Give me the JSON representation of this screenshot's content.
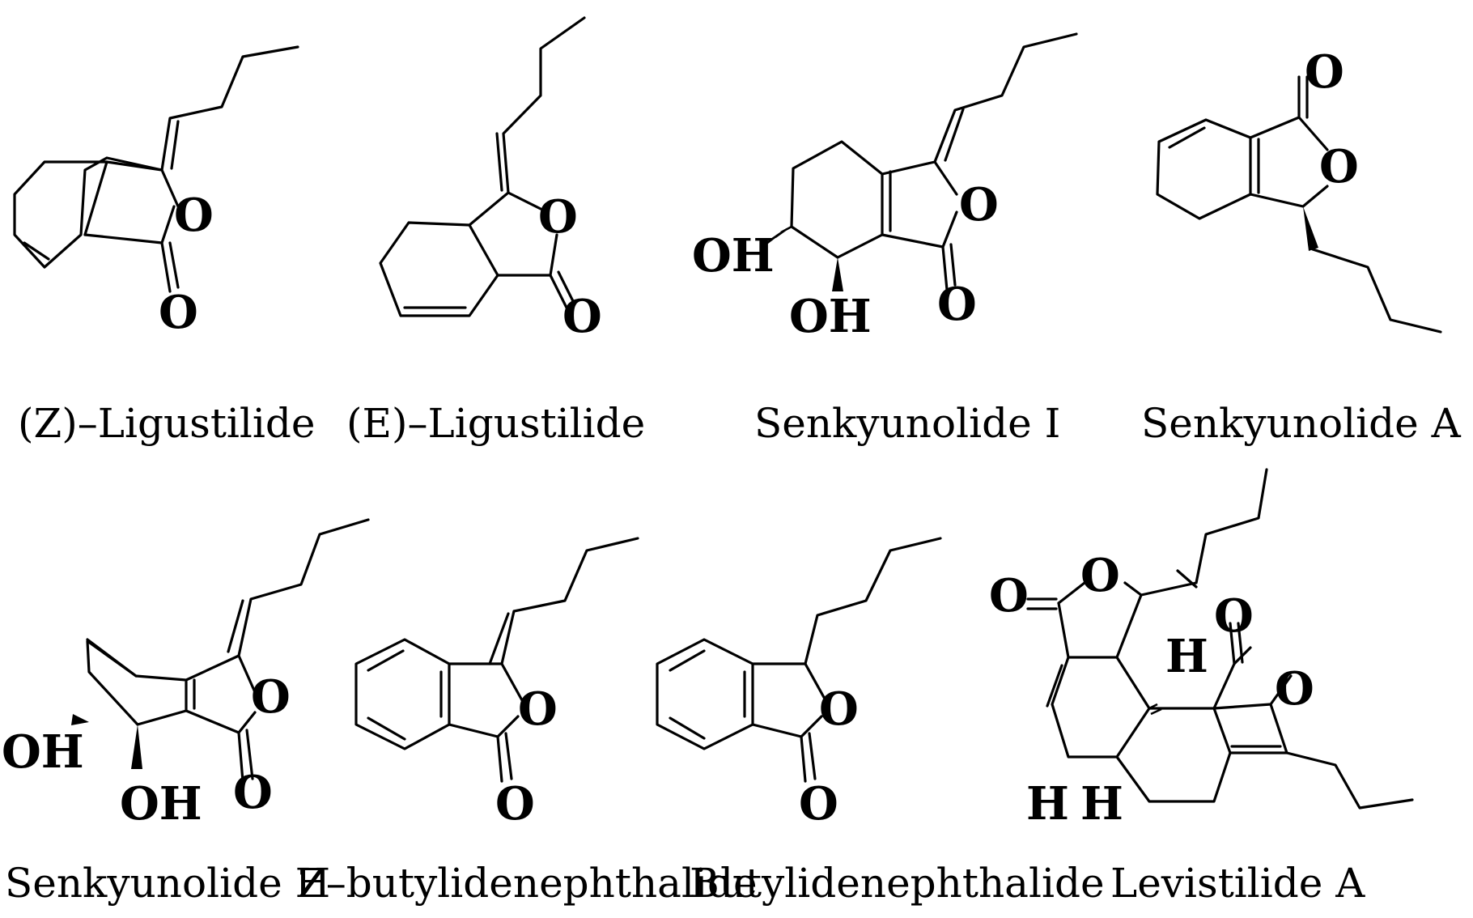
{
  "figure_title": "",
  "atoms": {
    "oxygen": "O",
    "hydroxyl": "OH",
    "hydrogen": "H"
  },
  "compounds": [
    {
      "name": "(Z)–Ligustilide"
    },
    {
      "name": "(E)–Ligustilide"
    },
    {
      "name": "Senkyunolide I"
    },
    {
      "name": "Senkyunolide A"
    },
    {
      "name": "Senkyunolide H"
    },
    {
      "name": "Z–butylidenephthalide"
    },
    {
      "name": "Butylidenephthalide"
    },
    {
      "name": "Levistilide A"
    }
  ]
}
